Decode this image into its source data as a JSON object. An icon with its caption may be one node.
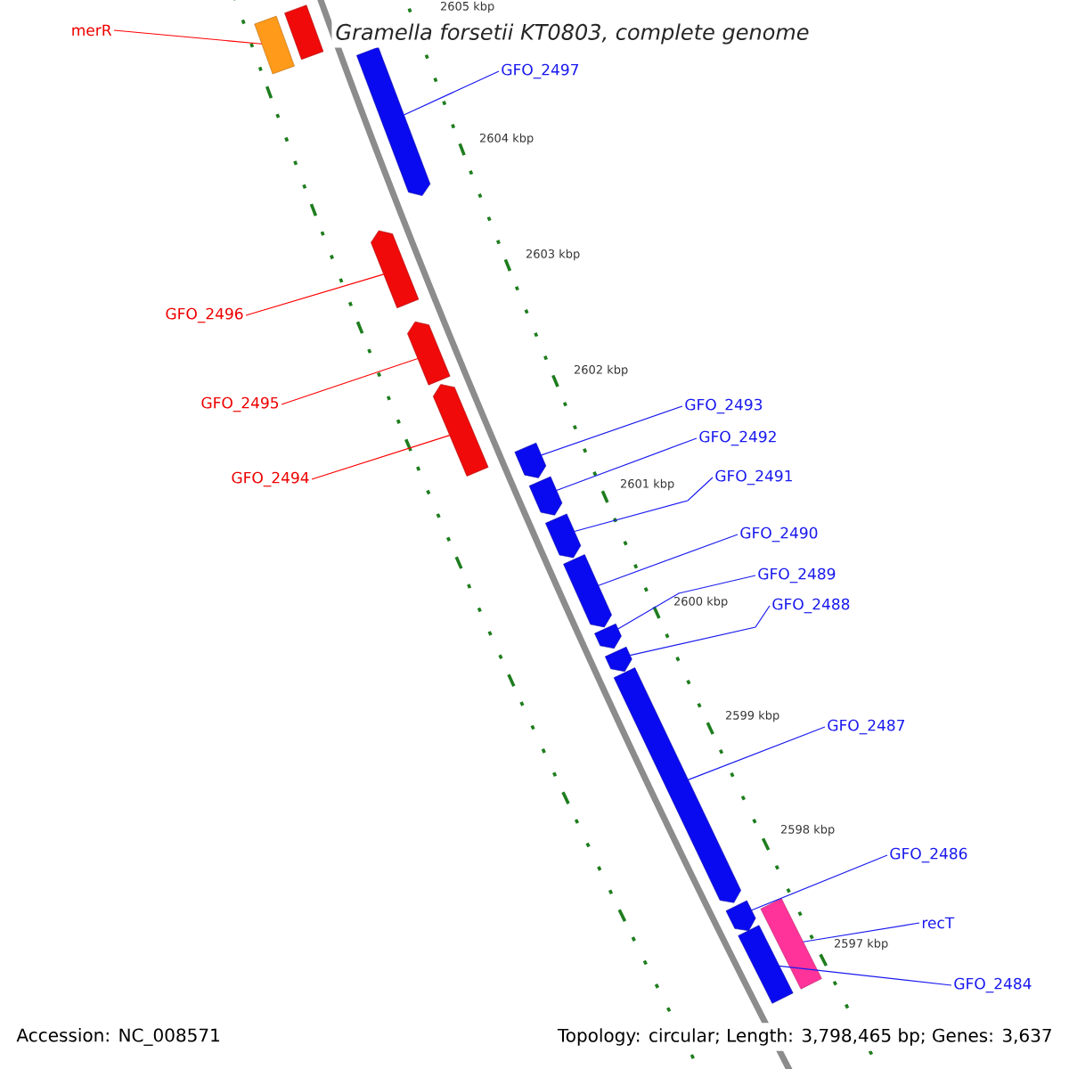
{
  "diagram": {
    "title": "Gramella forsetii KT0803, complete genome",
    "nodes": [
      {
        "text": [],
        "shape": "arrow"
      },
      {
        "text": [],
        "shape": "arrow"
      },
      {
        "text": [],
        "shape": "arrow"
      },
      {
        "text": [],
        "shape": "arrow"
      },
      {
        "text": [],
        "shape": "arrow"
      },
      {
        "text": [],
        "shape": "arrow"
      },
      {
        "text": [],
        "shape": "arrow"
      },
      {
        "text": [],
        "shape": "arrow"
      },
      {
        "text": [],
        "shape": "arrow"
      },
      {
        "text": [],
        "shape": "arrow"
      },
      {
        "text": [],
        "shape": "arrow"
      },
      {
        "text": [],
        "shape": "arrow"
      },
      {
        "text": [],
        "shape": "arrow"
      },
      {
        "text": [],
        "shape": "arrow"
      },
      {
        "text": [],
        "shape": "arrow"
      },
      {
        "text": [],
        "shape": "arrow"
      },
      {
        "text": [
          "merR"
        ]
      },
      {
        "text": [
          "GFO_2497"
        ]
      },
      {
        "text": [
          "GFO_2496"
        ]
      },
      {
        "text": [
          "GFO_2495"
        ]
      },
      {
        "text": [
          "GFO_2494"
        ]
      },
      {
        "text": [
          "GFO_2493"
        ]
      },
      {
        "text": [
          "GFO_2492"
        ]
      },
      {
        "text": [
          "GFO_2491"
        ]
      },
      {
        "text": [
          "GFO_2490"
        ]
      },
      {
        "text": [
          "GFO_2489"
        ]
      },
      {
        "text": [
          "GFO_2488"
        ]
      },
      {
        "text": [
          "GFO_2487"
        ]
      },
      {
        "text": [
          "GFO_2486"
        ]
      },
      {
        "text": [
          "recT"
        ]
      },
      {
        "text": [
          "GFO_2484"
        ]
      }
    ],
    "edges": [
      {
        "from": 16,
        "to": 0,
        "arrow": "none",
        "color": "#ff0000"
      },
      {
        "from": 17,
        "to": 2,
        "arrow": "none"
      },
      {
        "from": 18,
        "to": 3,
        "arrow": "none",
        "color": "#ff0000"
      },
      {
        "from": 19,
        "to": 4,
        "arrow": "none",
        "color": "#ff0000"
      },
      {
        "from": 20,
        "to": 5,
        "arrow": "none",
        "color": "#ff0000"
      },
      {
        "from": 21,
        "to": 6,
        "arrow": "none"
      },
      {
        "from": 22,
        "to": 7,
        "arrow": "none"
      },
      {
        "from": 23,
        "to": 8,
        "arrow": "none"
      },
      {
        "from": 24,
        "to": 9,
        "arrow": "none"
      },
      {
        "from": 25,
        "to": 10,
        "arrow": "none"
      },
      {
        "from": 26,
        "to": 11,
        "arrow": "none"
      },
      {
        "from": 27,
        "to": 12,
        "arrow": "none"
      },
      {
        "from": 28,
        "to": 13,
        "arrow": "none"
      },
      {
        "from": 29,
        "to": 14,
        "arrow": "none"
      },
      {
        "from": 30,
        "to": 15,
        "arrow": "none"
      }
    ],
    "labels": [
      "2605 kbp",
      "2604 kbp",
      "2603 kbp",
      "2602 kbp",
      "2601 kbp",
      "2600 kbp",
      "2599 kbp",
      "2598 kbp",
      "2597 kbp",
      "Accession: NC_008571",
      "Topology: circular; Length: 3,798,465 bp; Genes: 3,637"
    ]
  }
}
